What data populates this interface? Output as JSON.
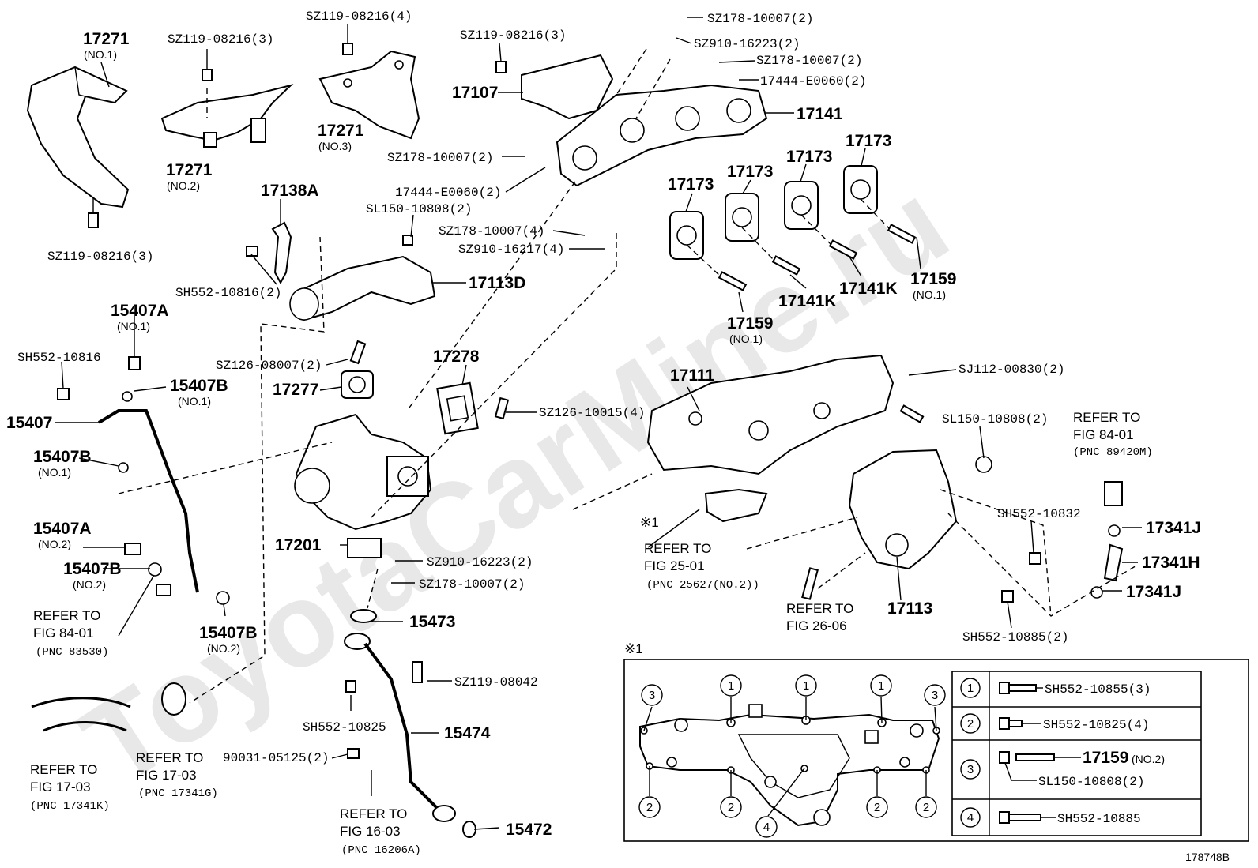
{
  "watermark": "ToyotaCarMine.ru",
  "figure_id": "178748B",
  "labels": {
    "p17271_no1": "17271",
    "p17271_no1_sub": "(NO.1)",
    "sz119_a": "SZ119-08216(3)",
    "sz119_b": "SZ119-08216(4)",
    "sz119_c": "SZ119-08216(3)",
    "sz119_d": "SZ119-08216(3)",
    "p17271_no2": "17271",
    "p17271_no2_sub": "(NO.2)",
    "p17271_no3": "17271",
    "p17271_no3_sub": "(NO.3)",
    "p17107": "17107",
    "sz178_a": "SZ178-10007(2)",
    "sz910_a": "SZ910-16223(2)",
    "sz178_b": "SZ178-10007(2)",
    "p17444_a": "17444-E0060(2)",
    "p17141": "17141",
    "sz178_c": "SZ178-10007(2)",
    "p17444_b": "17444-E0060(2)",
    "p17138a": "17138A",
    "sl150_a": "SL150-10808(2)",
    "sz178_d": "SZ178-10007(4)",
    "sz910_b": "SZ910-16217(4)",
    "sh552_a": "SH552-10816(2)",
    "p17113d": "17113D",
    "p17173_a": "17173",
    "p17173_b": "17173",
    "p17173_c": "17173",
    "p17173_d": "17173",
    "p17159_a": "17159",
    "p17159_a_sub": "(NO.1)",
    "p17141k_a": "17141K",
    "p17141k_b": "17141K",
    "p17159_b": "17159",
    "p17159_b_sub": "(NO.1)",
    "p15407a_no1": "15407A",
    "p15407a_no1_sub": "(NO.1)",
    "sh552_b": "SH552-10816",
    "p15407b_no1": "15407B",
    "p15407b_no1_sub": "(NO.1)",
    "p15407": "15407",
    "p15407b_no1b": "15407B",
    "p15407b_no1b_sub": "(NO.1)",
    "sz126_a": "SZ126-08007(2)",
    "p17277": "17277",
    "p17278": "17278",
    "sz126_b": "SZ126-10015(4)",
    "p17111": "17111",
    "sj112": "SJ112-00830(2)",
    "sl150_b": "SL150-10808(2)",
    "refer_8401_a": "REFER TO",
    "refer_8401_a2": "FIG 84-01",
    "refer_8401_a3": "(PNC 89420M)",
    "p15407a_no2": "15407A",
    "p15407a_no2_sub": "(NO.2)",
    "p15407b_no2": "15407B",
    "p15407b_no2_sub": "(NO.2)",
    "p17201": "17201",
    "sz910_c": "SZ910-16223(2)",
    "sz178_e": "SZ178-10007(2)",
    "mark1": "※1",
    "refer_2501": "REFER TO",
    "refer_2501b": "FIG 25-01",
    "refer_2501c": "(PNC 25627(NO.2))",
    "sh552_c": "SH552-10832",
    "p17341j_a": "17341J",
    "p17341h": "17341H",
    "p17341j_b": "17341J",
    "refer_8401_b": "REFER TO",
    "refer_8401_b2": "FIG 84-01",
    "refer_8401_b3": "(PNC 83530)",
    "p15407b_no2b": "15407B",
    "p15407b_no2b_sub": "(NO.2)",
    "p15473": "15473",
    "refer_2606": "REFER TO",
    "refer_2606b": "FIG 26-06",
    "p17113": "17113",
    "sh552_d": "SH552-10885(2)",
    "sz119_e": "SZ119-08042",
    "sh552_e": "SH552-10825",
    "p15474": "15474",
    "refer_1703a": "REFER TO",
    "refer_1703a2": "FIG 17-03",
    "refer_1703a3": "(PNC 17341K)",
    "refer_1703b": "REFER TO",
    "refer_1703b2": "FIG 17-03",
    "refer_1703b3": "(PNC 17341G)",
    "p90031": "90031-05125(2)",
    "refer_1603": "REFER TO",
    "refer_1603b": "FIG 16-03",
    "refer_1603c": "(PNC 16206A)",
    "p15472": "15472",
    "inset_mark": "※1"
  },
  "legend": [
    {
      "num": "1",
      "part": "SH552-10855(3)"
    },
    {
      "num": "2",
      "part": "SH552-10825(4)"
    },
    {
      "num": "3",
      "part": "17159",
      "part_sub": "(NO.2)",
      "part2": "SL150-10808(2)"
    },
    {
      "num": "4",
      "part": "SH552-10885"
    }
  ],
  "inset_callouts": [
    "3",
    "1",
    "1",
    "1",
    "3",
    "2",
    "2",
    "4",
    "2",
    "2"
  ]
}
